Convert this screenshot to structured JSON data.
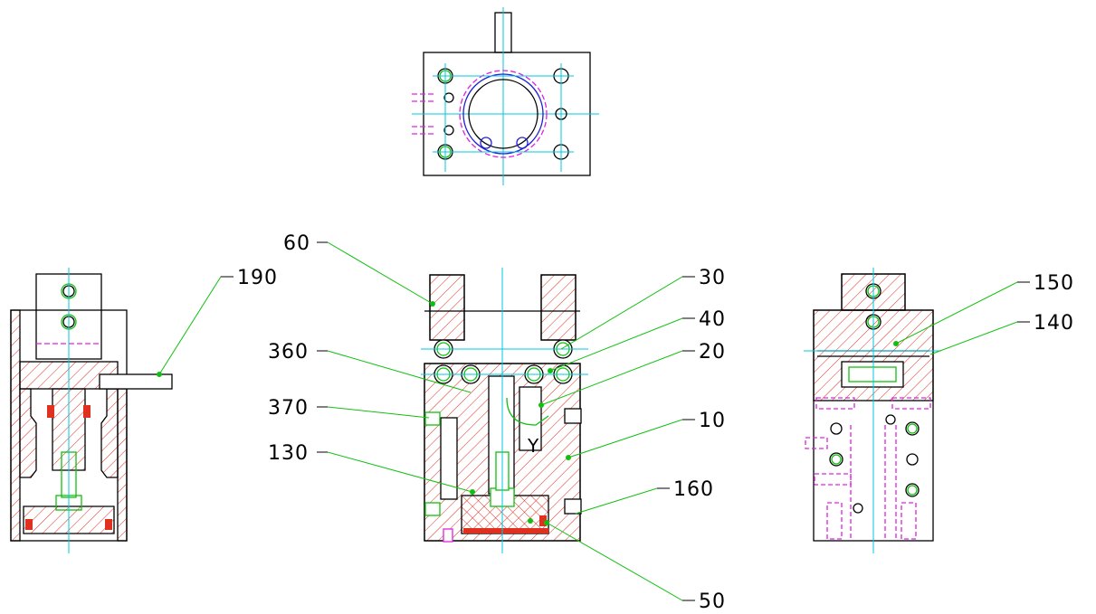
{
  "drawing": {
    "views": [
      "top-view",
      "left-section",
      "front-section",
      "right-section"
    ],
    "callouts": {
      "c60": "60",
      "c190": "190",
      "c30": "30",
      "c40": "40",
      "c360": "360",
      "c20": "20",
      "c370": "370",
      "c10": "10",
      "c130": "130",
      "c160": "160",
      "c150": "150",
      "c140": "140",
      "c50": "50"
    },
    "detail_mark": "Y",
    "colors": {
      "outline": "#000000",
      "hatch": "#e03020",
      "centerline": "#00c8e0",
      "leader": "#10c010",
      "hidden": "#e020e0",
      "blue": "#2020d0",
      "dot": "#10c010"
    }
  }
}
